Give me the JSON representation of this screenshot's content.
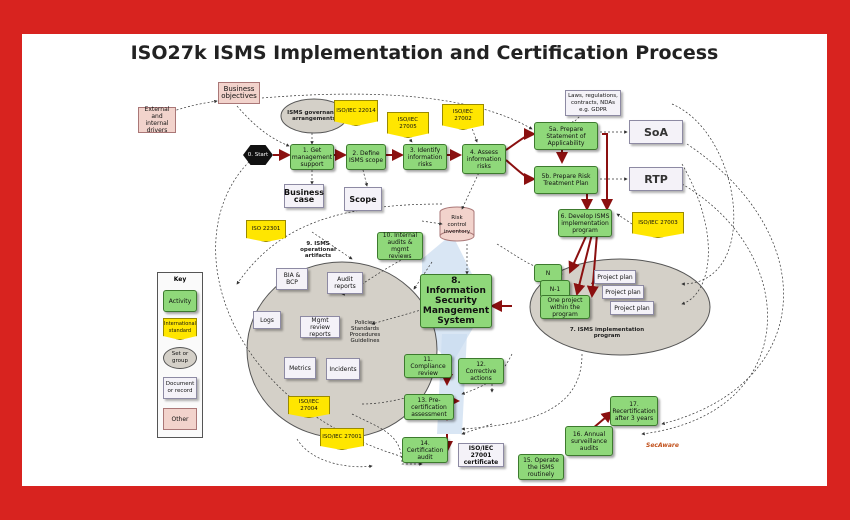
{
  "title": "ISO27k ISMS Implementation and Certification Process",
  "nodes": {
    "business_objectives": "Business objectives",
    "external_drivers": "External and internal drivers",
    "isms_governance": "ISMS governance arrangements",
    "iso22014_top": "ISO/IEC 22014",
    "iso27005": "ISO/IEC 27005",
    "iso27002": "ISO/IEC 27002",
    "laws": "Laws, regulations, contracts, NDAs e.g. GDPR",
    "s5a": "5a. Prepare Statement of Applicability",
    "soa": "SoA",
    "start": "0. Start",
    "a1": "1. Get management support",
    "a2": "2. Define ISMS scope",
    "a3": "3. Identify information risks",
    "a4": "4. Assess information risks",
    "s5b": "5b. Prepare Risk Treatment Plan",
    "rtp": "RTP",
    "business_case": "Business case",
    "scope": "Scope",
    "risk_inventory": "Risk control inventory",
    "a6": "6. Develop ISMS implementation program",
    "iso27003": "ISO/IEC 27003",
    "iso22301": "ISO 22301",
    "a10": "10. Internal audits & mgmt reviews",
    "set9": "9. ISMS operational artifacts",
    "bia": "BIA & BCP",
    "audit_reports": "Audit reports",
    "logs": "Logs",
    "mgmt_review": "Mgmt review reports",
    "policies": "Policies Standards Procedures Guidelines",
    "metrics": "Metrics",
    "incidents": "Incidents",
    "a8": "8. Information Security Management System",
    "proj_n": "N",
    "proj_n1": "N-1",
    "proj_one": "One project within the program",
    "project_plan": "Project plan",
    "set7": "7. ISMS implementation program",
    "a11": "11. Compliance review",
    "a12": "12. Corrective actions",
    "a13": "13. Pre-certification assessment",
    "iso27004": "ISO/IEC 27004",
    "iso27001_left": "ISO/IEC 27001",
    "a14": "14. Certification audit",
    "cert": "ISO/IEC 27001 certificate",
    "a15": "15. Operate the ISMS routinely",
    "a16": "16. Annual surveillance audits",
    "a17": "17. Recertification after 3 years"
  },
  "key": {
    "title": "Key",
    "activity": "Activity",
    "standard": "International standard",
    "set": "Set or group",
    "document": "Document or record",
    "other": "Other"
  },
  "logo": "SecAware",
  "colors": {
    "frame": "#d8231f",
    "activity": "#8fd87a",
    "standard": "#ffe600",
    "set": "#d4d0c8",
    "flow": "#8b1010"
  }
}
